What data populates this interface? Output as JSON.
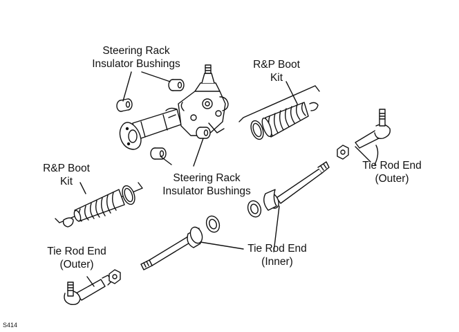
{
  "labels": {
    "bushings_top": {
      "line1": "Steering Rack",
      "line2": "Insulator Bushings"
    },
    "bushings_mid": {
      "line1": "Steering Rack",
      "line2": "Insulator Bushings"
    },
    "boot_kit_right": {
      "line1": "R&P Boot",
      "line2": "Kit"
    },
    "boot_kit_left": {
      "line1": "R&P Boot",
      "line2": "Kit"
    },
    "tie_rod_outer_right": {
      "line1": "Tie Rod End",
      "line2": "(Outer)"
    },
    "tie_rod_outer_left": {
      "line1": "Tie Rod End",
      "line2": "(Outer)"
    },
    "tie_rod_inner": {
      "line1": "Tie Rod End",
      "line2": "(Inner)"
    }
  },
  "figure_code": "S414",
  "colors": {
    "ink": "#111111",
    "paper": "#ffffff"
  }
}
